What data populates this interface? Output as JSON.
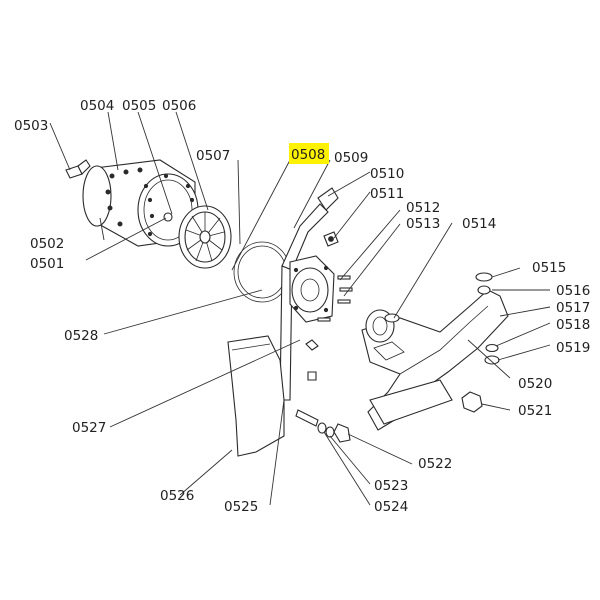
{
  "diagram": {
    "highlight_color": "#fff200",
    "labels": [
      {
        "id": "0503",
        "text": "0503"
      },
      {
        "id": "0504",
        "text": "0504"
      },
      {
        "id": "0505",
        "text": "0505"
      },
      {
        "id": "0506",
        "text": "0506"
      },
      {
        "id": "0507",
        "text": "0507"
      },
      {
        "id": "0508",
        "text": "0508",
        "highlighted": true
      },
      {
        "id": "0509",
        "text": "0509"
      },
      {
        "id": "0510",
        "text": "0510"
      },
      {
        "id": "0511",
        "text": "0511"
      },
      {
        "id": "0512",
        "text": "0512"
      },
      {
        "id": "0513",
        "text": "0513"
      },
      {
        "id": "0514",
        "text": "0514"
      },
      {
        "id": "0515",
        "text": "0515"
      },
      {
        "id": "0516",
        "text": "0516"
      },
      {
        "id": "0517",
        "text": "0517"
      },
      {
        "id": "0518",
        "text": "0518"
      },
      {
        "id": "0519",
        "text": "0519"
      },
      {
        "id": "0520",
        "text": "0520"
      },
      {
        "id": "0521",
        "text": "0521"
      },
      {
        "id": "0522",
        "text": "0522"
      },
      {
        "id": "0523",
        "text": "0523"
      },
      {
        "id": "0524",
        "text": "0524"
      },
      {
        "id": "0525",
        "text": "0525"
      },
      {
        "id": "0526",
        "text": "0526"
      },
      {
        "id": "0527",
        "text": "0527"
      },
      {
        "id": "0528",
        "text": "0528"
      },
      {
        "id": "0501",
        "text": "0501"
      },
      {
        "id": "0502",
        "text": "0502"
      }
    ]
  }
}
